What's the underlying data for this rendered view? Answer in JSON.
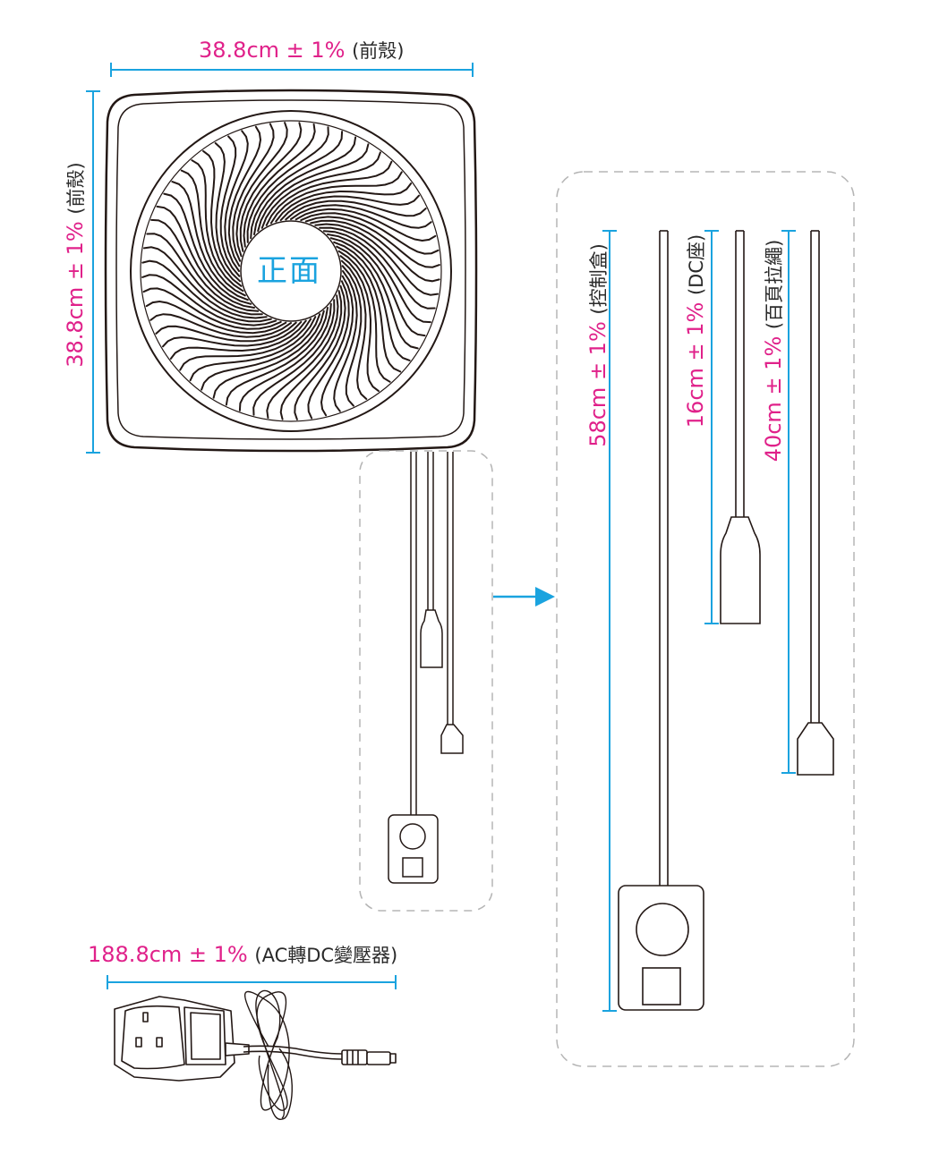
{
  "colors": {
    "dimension_line": "#1aa3df",
    "dimension_text": "#e0218a",
    "note_text": "#2a2a2a",
    "outline": "#231815",
    "dashed_box": "#b5b5b5",
    "arrow": "#1aa3df",
    "front_label": "#1aa3df"
  },
  "front_shell_width": {
    "value": "38.8cm ± 1%",
    "note": "(前殼)"
  },
  "front_shell_height": {
    "value": "38.8cm ± 1%",
    "note": "(前殼)"
  },
  "fan_face_label": "正面",
  "control_box_cable": {
    "value": "58cm ± 1%",
    "note": "(控制盒)"
  },
  "dc_socket_cable": {
    "value": "16cm ± 1%",
    "note": "(DC座)"
  },
  "louver_cable": {
    "value": "40cm ± 1%",
    "note": "(百頁拉繩)"
  },
  "adapter_cable": {
    "value": "188.8cm ± 1%",
    "note": "(AC轉DC變壓器)"
  },
  "icons": [
    "fan-icon",
    "control-box-icon",
    "dc-socket-plug-icon",
    "louver-pull-tab-icon",
    "ac-dc-adapter-icon",
    "arrow-right-icon"
  ]
}
